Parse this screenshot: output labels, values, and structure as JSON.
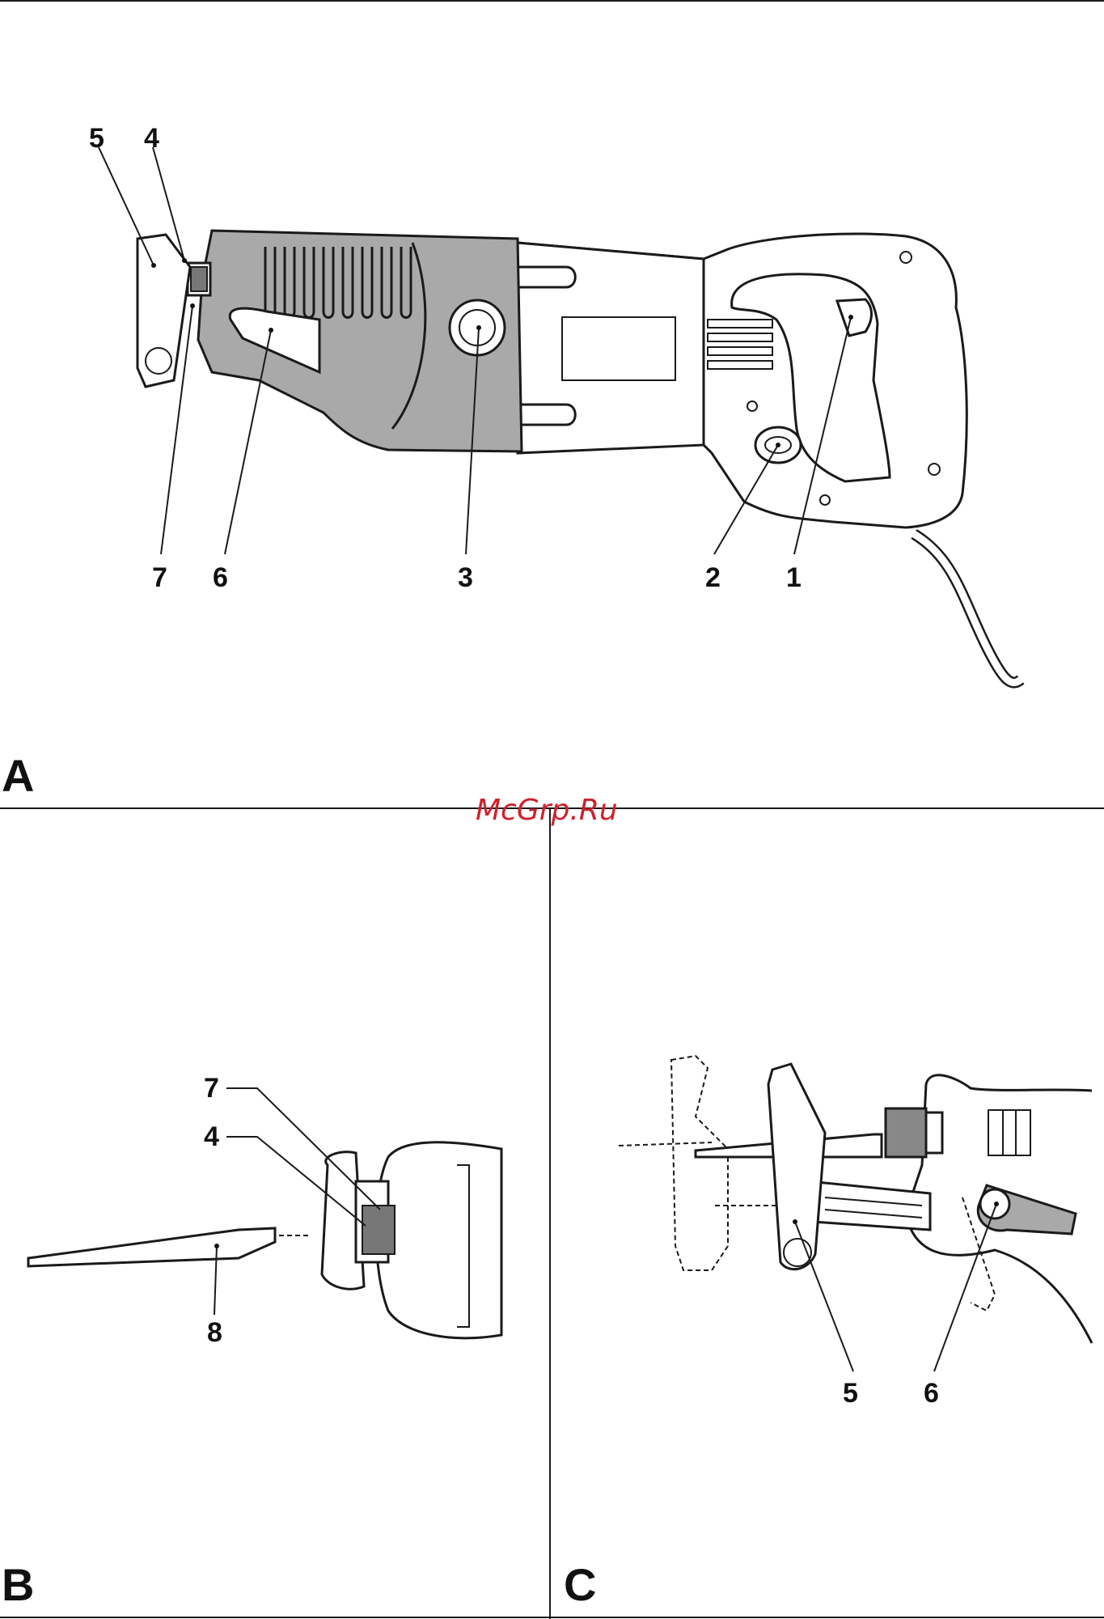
{
  "watermark": "McGrp.Ru",
  "panels": {
    "A": {
      "letter": "A",
      "callouts": [
        "5",
        "4",
        "7",
        "6",
        "3",
        "2",
        "1"
      ]
    },
    "B": {
      "letter": "B",
      "callouts": [
        "7",
        "4",
        "8"
      ]
    },
    "C": {
      "letter": "C",
      "callouts": [
        "5",
        "6"
      ]
    }
  }
}
